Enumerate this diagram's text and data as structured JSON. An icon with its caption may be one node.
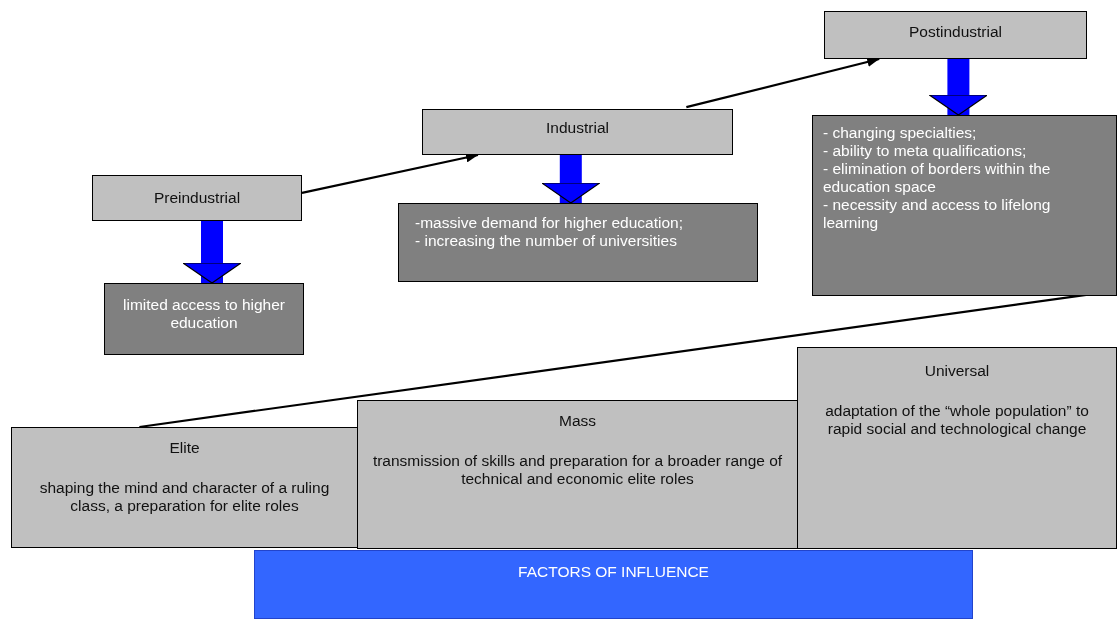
{
  "diagram": {
    "nodes": [
      {
        "text": [
          "Preindustrial"
        ]
      },
      {
        "text": [
          "Industrial"
        ]
      },
      {
        "text": [
          "Postindustrial"
        ]
      },
      {
        "text": [
          "limited access to higher education"
        ]
      },
      {
        "text": [
          "-massive demand for higher education;",
          "- increasing the number of universities"
        ]
      },
      {
        "text": [
          "- changing specialties;",
          "- ability to meta qualifications;",
          "- elimination of borders within the education space",
          "- necessity  and access to lifelong learning"
        ]
      },
      {
        "text": [
          "Elite",
          "shaping the mind and character of a ruling class, a preparation for elite roles"
        ]
      },
      {
        "text": [
          "Mass",
          "transmission of skills and preparation for a broader range of technical and economic elite roles"
        ]
      },
      {
        "text": [
          "Universal",
          "adaptation of the “whole population” to rapid social and technological change"
        ]
      },
      {
        "text": [
          "FACTORS OF INFLUENCE"
        ]
      }
    ],
    "edges": [
      {
        "from": 0,
        "to": 1,
        "arrow": "to"
      },
      {
        "from": 1,
        "to": 2,
        "arrow": "to"
      },
      {
        "from": 0,
        "to": 3,
        "arrow": "to",
        "style": "thick",
        "color": "#0000ff"
      },
      {
        "from": 1,
        "to": 4,
        "arrow": "to",
        "style": "thick",
        "color": "#0000ff"
      },
      {
        "from": 2,
        "to": 5,
        "arrow": "to",
        "style": "thick",
        "color": "#0000ff"
      },
      {
        "from": 6,
        "to": 5,
        "arrow": "none"
      }
    ]
  }
}
